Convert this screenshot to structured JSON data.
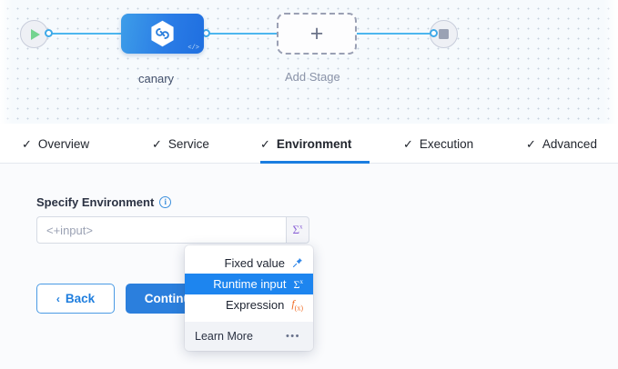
{
  "pipeline": {
    "start_node": {
      "icon": "play-icon"
    },
    "stop_node": {
      "icon": "stop-square-icon"
    },
    "stage": {
      "label": "canary",
      "icon": "harness-hexagon-icon",
      "code_mark": "</>"
    },
    "add_stage": {
      "label": "Add Stage",
      "icon": "plus-icon"
    },
    "wire_color": "#4cb6ef",
    "stage_gradient_from": "#3d9de8",
    "stage_gradient_to": "#1f6fe0"
  },
  "tabs": {
    "active": "Environment",
    "items": [
      {
        "label": "Overview",
        "check": "✓"
      },
      {
        "label": "Service",
        "check": "✓"
      },
      {
        "label": "Environment",
        "check": "✓"
      },
      {
        "label": "Execution",
        "check": "✓"
      },
      {
        "label": "Advanced",
        "check": "✓"
      }
    ],
    "active_underline_color": "#1a7de0"
  },
  "form": {
    "field_label": "Specify Environment",
    "info_icon_char": "i",
    "input_value": "",
    "input_placeholder": "<+input>",
    "sigma_symbol": "Σ",
    "sigma_sup": "x",
    "sigma_color": "#8b62d6"
  },
  "buttons": {
    "back": {
      "label": "Back",
      "chevron": "‹"
    },
    "continue": {
      "label": "Continue",
      "color": "#2b7fdd"
    }
  },
  "dropdown": {
    "items": [
      {
        "label": "Fixed value",
        "icon": "pin-icon",
        "glyph": "📌",
        "selected": false
      },
      {
        "label": "Runtime input",
        "icon": "sigma-x-icon",
        "glyph": "Σ",
        "sup": "x",
        "selected": true
      },
      {
        "label": "Expression",
        "icon": "fx-icon",
        "glyph": "f",
        "sub": "(x)",
        "selected": false
      }
    ],
    "footer": {
      "label": "Learn More",
      "ellipsis": "•••"
    },
    "selected_bg": "#1d85ef"
  }
}
